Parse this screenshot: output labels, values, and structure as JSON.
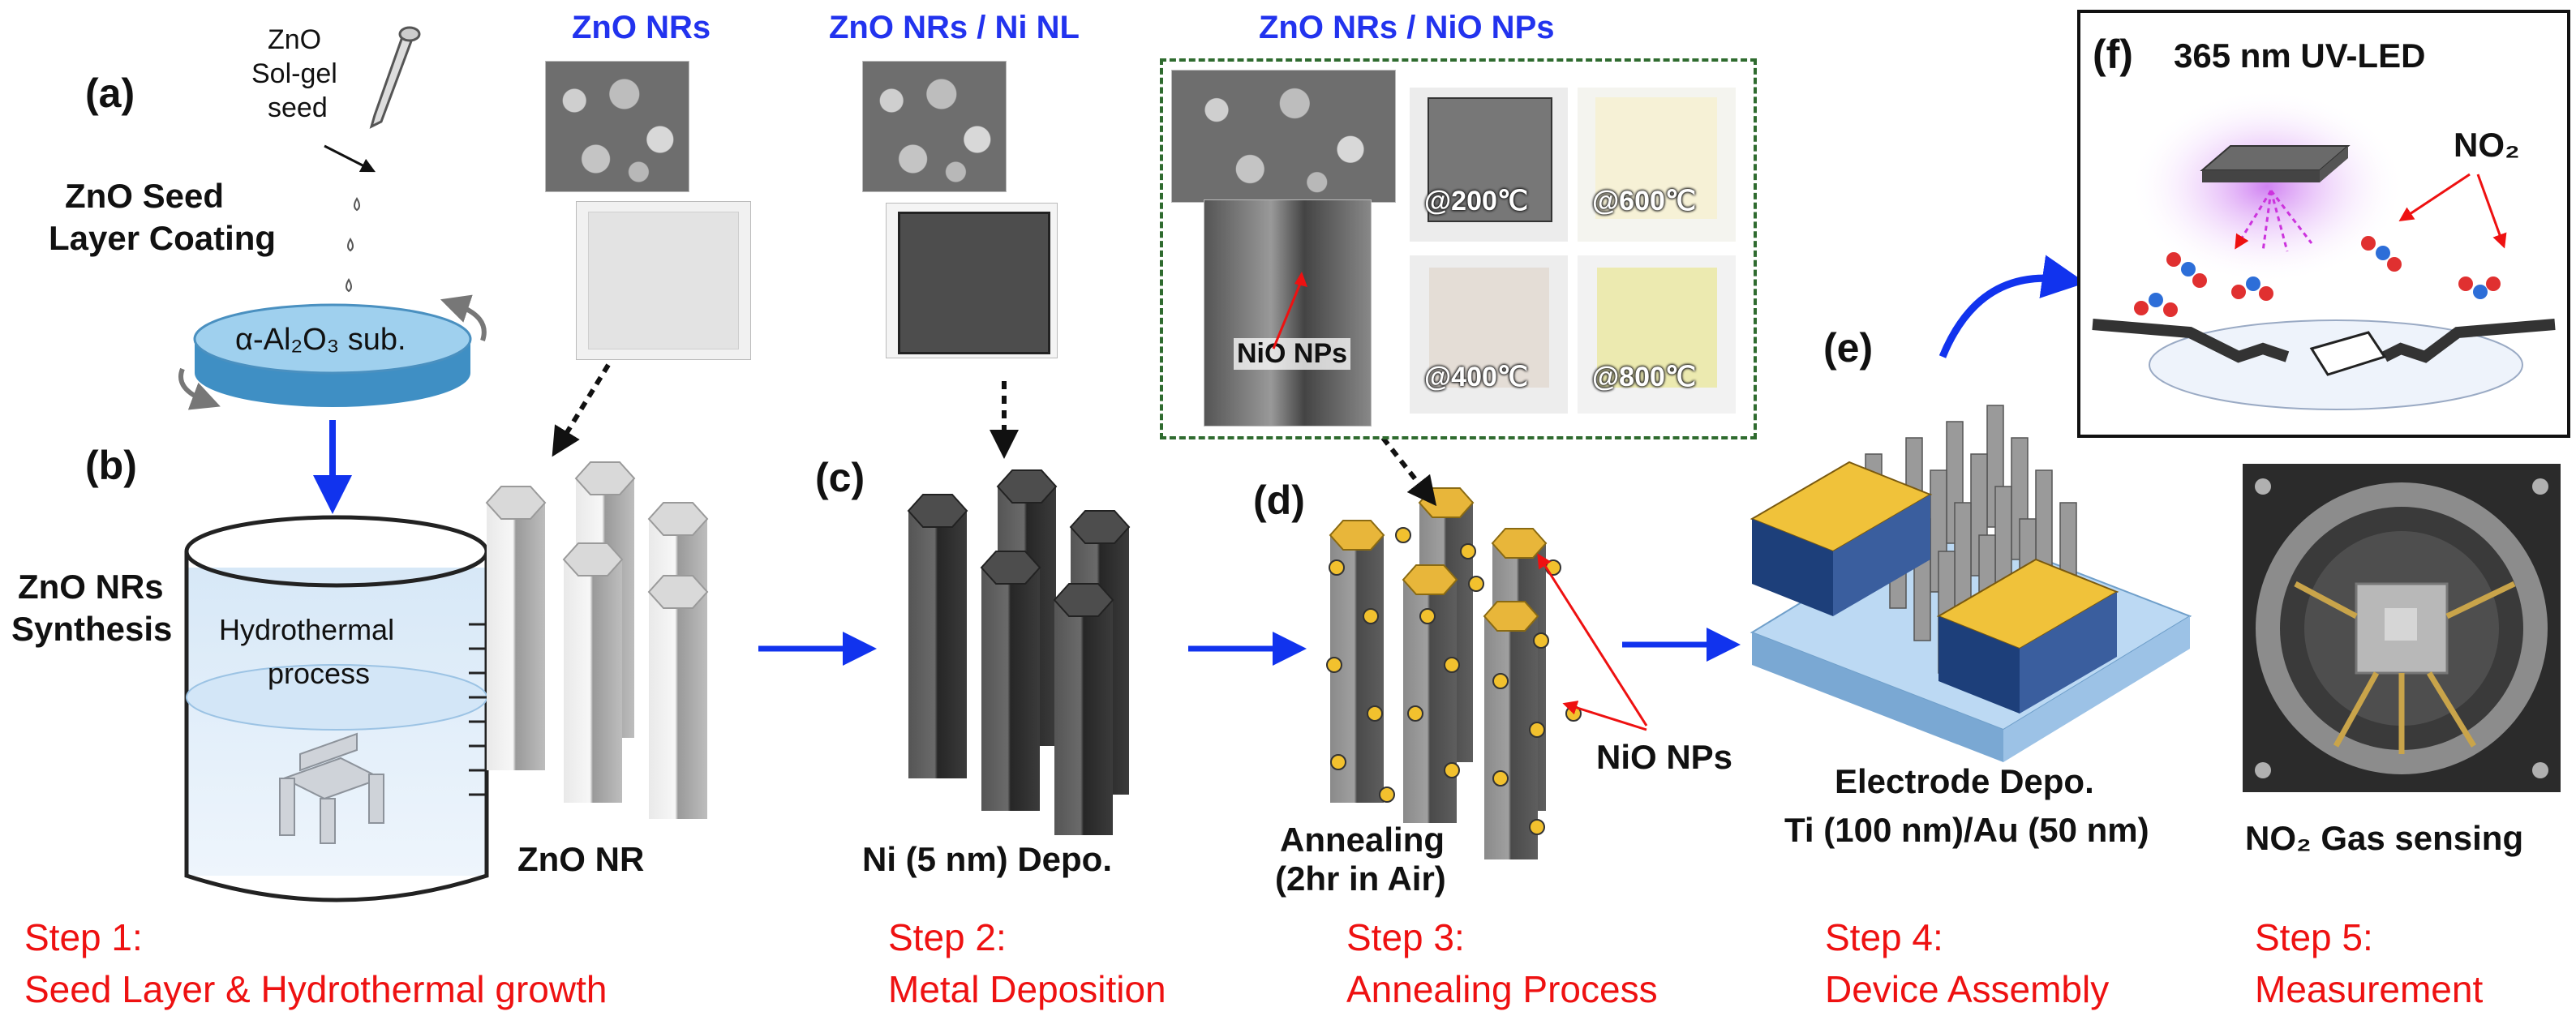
{
  "panels": {
    "a": "(a)",
    "b": "(b)",
    "c": "(c)",
    "d": "(d)",
    "e": "(e)",
    "f": "(f)"
  },
  "seed": {
    "pipette_line1": "ZnO",
    "pipette_line2": "Sol-gel",
    "pipette_line3": "seed",
    "coating_line1": "ZnO Seed",
    "coating_line2": "Layer Coating",
    "substrate": "α-Al₂O₃ sub."
  },
  "synthesis": {
    "line1": "ZnO NRs",
    "line2": "Synthesis",
    "beaker_line1": "Hydrothermal",
    "beaker_line2": "process"
  },
  "headers": {
    "zno_nrs": "ZnO NRs",
    "zno_ni": "ZnO NRs / Ni NL",
    "zno_nio": "ZnO NRs / NiO NPs"
  },
  "nio_inset": {
    "label": "NiO NPs",
    "temps": [
      "@200℃",
      "@600℃",
      "@400℃",
      "@800℃"
    ]
  },
  "captions": {
    "zno_nr": "ZnO NR",
    "ni_depo": "Ni (5 nm) Depo.",
    "anneal_line1": "Annealing",
    "anneal_line2": "(2hr in Air)",
    "nio_nps": "NiO NPs",
    "electrode_line1": "Electrode Depo.",
    "electrode_line2": "Ti (100 nm)/Au (50 nm)",
    "gas_sensing": "NO₂ Gas sensing"
  },
  "uv_panel": {
    "title": "365 nm UV-LED",
    "gas": "NO₂"
  },
  "steps": [
    {
      "title": "Step 1:",
      "desc": "Seed Layer & Hydrothermal growth"
    },
    {
      "title": "Step 2:",
      "desc": "Metal Deposition"
    },
    {
      "title": "Step 3:",
      "desc": "Annealing Process"
    },
    {
      "title": "Step 4:",
      "desc": "Device Assembly"
    },
    {
      "title": "Step 5:",
      "desc": "Measurement"
    }
  ],
  "colors": {
    "header_blue": "#2233ee",
    "step_red": "#ee1111",
    "arrow_blue": "#1133ee",
    "gold": "#f2c12e",
    "substrate_blue": "#5aa9d8"
  }
}
